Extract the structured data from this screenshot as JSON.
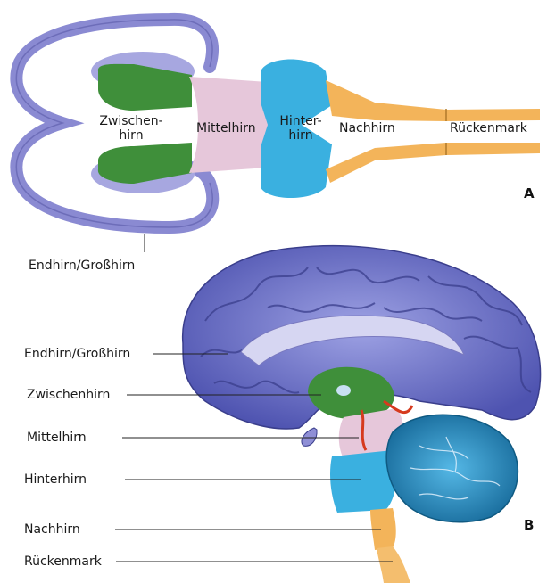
{
  "panel_a": {
    "marker": "A",
    "labels": {
      "zwischenhirn_1": "Zwischen-",
      "zwischenhirn_2": "hirn",
      "mittelhirn": "Mittelhirn",
      "hinterhirn_1": "Hinter-",
      "hinterhirn_2": "hirn",
      "nachhirn": "Nachhirn",
      "rueckenmark": "Rückenmark",
      "endhirn": "Endhirn/Großhirn"
    }
  },
  "panel_b": {
    "marker": "B",
    "labels": {
      "endhirn": "Endhirn/Großhirn",
      "zwischenhirn": "Zwischenhirn",
      "mittelhirn": "Mittelhirn",
      "hinterhirn": "Hinterhirn",
      "nachhirn": "Nachhirn",
      "rueckenmark": "Rückenmark"
    }
  },
  "colors": {
    "endhirn": "#8f8fd6",
    "zwischenhirn": "#3f8f3a",
    "mittelhirn": "#e6c7da",
    "hinterhirn": "#3ab0e0",
    "nachhirn": "#f3b45a",
    "cortex": "#6a6fc4",
    "cerebellum": "#1f86b8",
    "vessel": "#d63a1e"
  }
}
